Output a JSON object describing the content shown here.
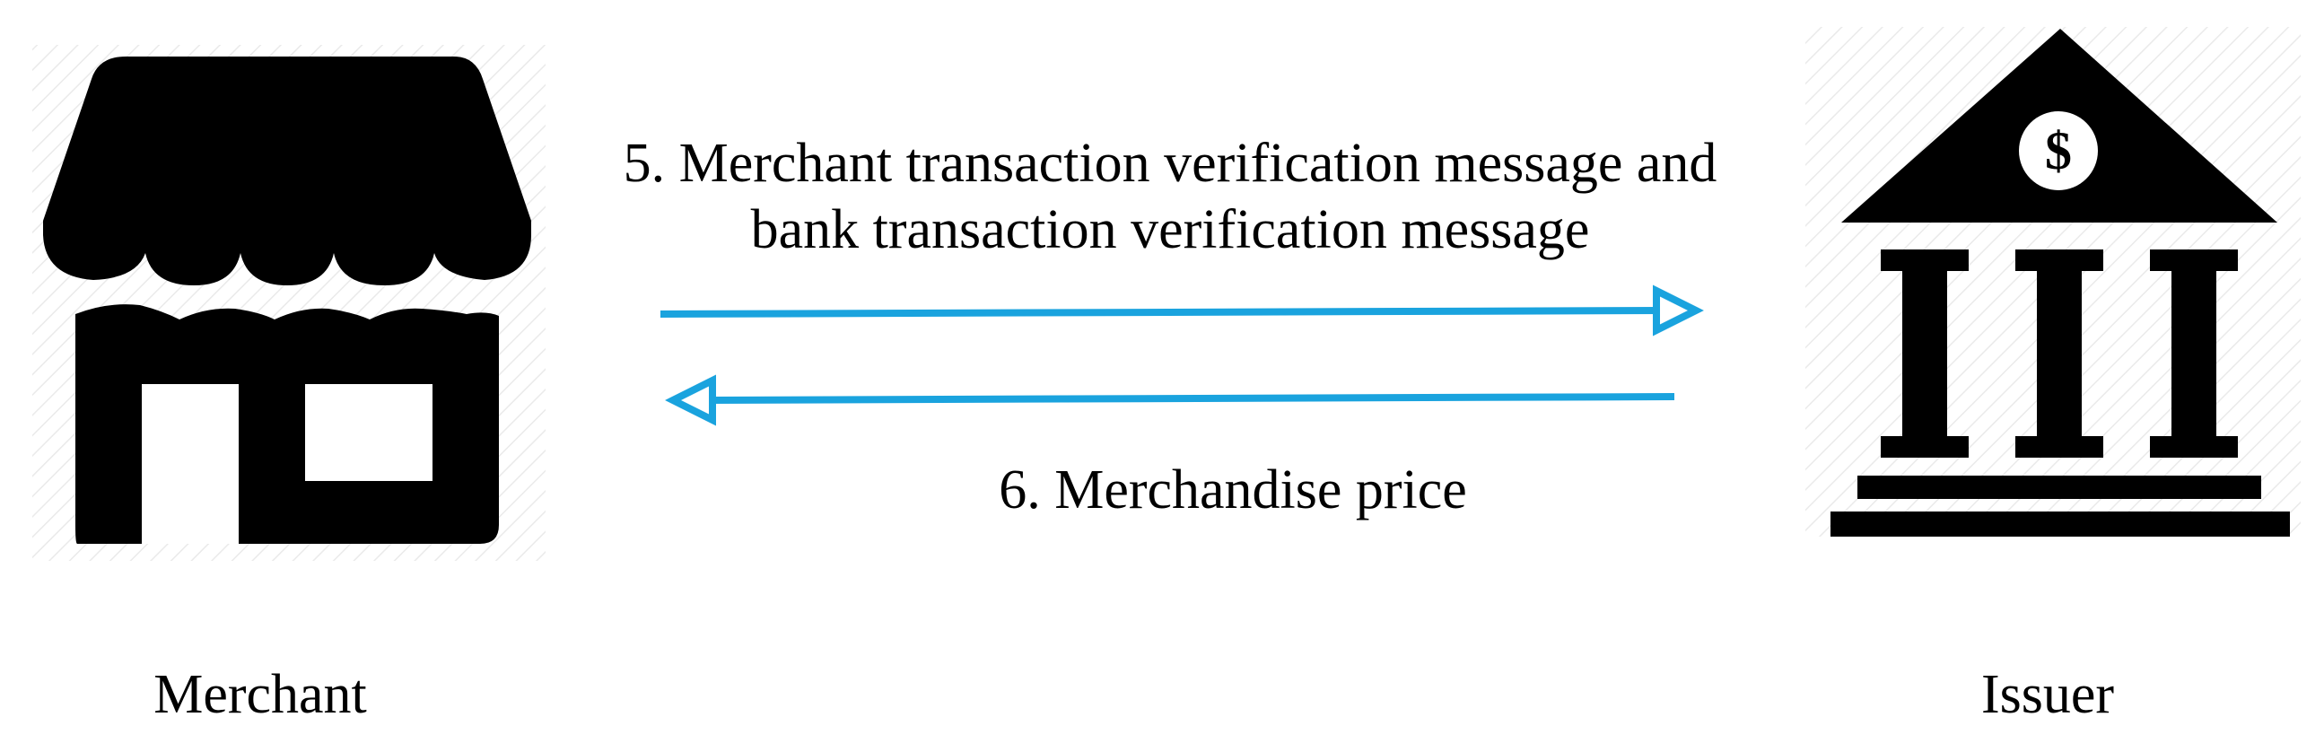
{
  "nodes": {
    "merchant": {
      "label": "Merchant",
      "icon": "storefront-icon"
    },
    "issuer": {
      "label": "Issuer",
      "icon": "bank-icon",
      "badge_symbol": "$"
    }
  },
  "messages": {
    "forward": {
      "line1": "5. Merchant transaction verification message and",
      "line2": "bank transaction verification message",
      "direction": "merchant-to-issuer"
    },
    "backward": {
      "label": "6. Merchandise price",
      "direction": "issuer-to-merchant"
    }
  },
  "colors": {
    "arrow": "#1AA3DE",
    "icon": "#000000",
    "text": "#000000",
    "hatch": "#e6e6e6"
  }
}
